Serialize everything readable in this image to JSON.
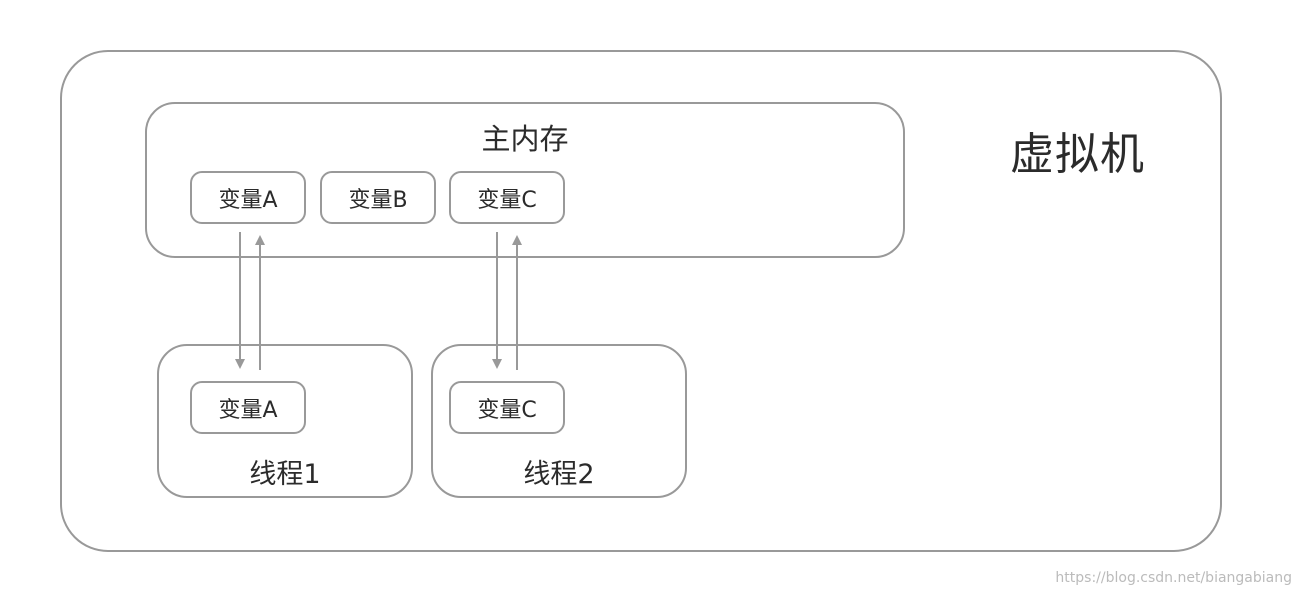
{
  "vm": {
    "label": "虚拟机"
  },
  "main_memory": {
    "label": "主内存",
    "variables": [
      "变量A",
      "变量B",
      "变量C"
    ]
  },
  "threads": [
    {
      "label": "线程1",
      "variable": "变量A"
    },
    {
      "label": "线程2",
      "variable": "变量C"
    }
  ],
  "watermark": "https://blog.csdn.net/biangabiang",
  "colors": {
    "border": "#999999",
    "arrow": "#999999",
    "text": "#2b2b2b",
    "watermark": "#bbbbbb"
  }
}
